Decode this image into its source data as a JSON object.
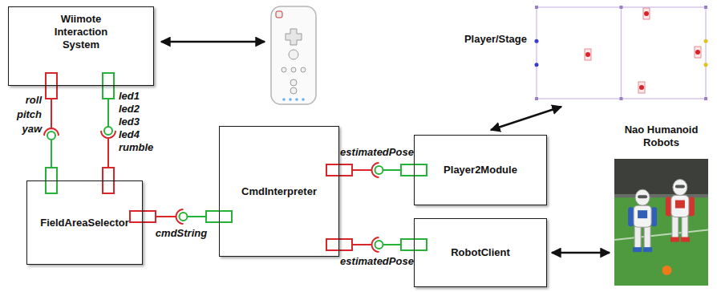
{
  "diagram": {
    "nodes": [
      {
        "text": [
          "Wiimote Interaction System"
        ]
      },
      {
        "text": [
          "FieldAreaSelector"
        ]
      },
      {
        "text": [
          "CmdInterpreter"
        ]
      },
      {
        "text": [
          "Player2Module"
        ]
      },
      {
        "text": [
          "RobotClient"
        ]
      },
      {
        "text": [
          "Player/Stage"
        ]
      },
      {
        "text": [
          "Nao Humanoid Robots"
        ]
      }
    ],
    "edges": [
      {
        "from": 0,
        "to": 1,
        "label": "roll pitch yaw",
        "arrow": "none"
      },
      {
        "from": 1,
        "to": 0,
        "label": "led1 led2 led3 led4 rumble",
        "arrow": "none"
      },
      {
        "from": 1,
        "to": 2,
        "label": "cmdString",
        "arrow": "none"
      },
      {
        "from": 2,
        "to": 3,
        "label": "estimatedPose",
        "arrow": "none"
      },
      {
        "from": 2,
        "to": 4,
        "label": "estimatedPose",
        "arrow": "none"
      },
      {
        "from": 3,
        "to": 5,
        "arrow": "both"
      },
      {
        "from": 4,
        "to": 6,
        "arrow": "both"
      }
    ]
  }
}
